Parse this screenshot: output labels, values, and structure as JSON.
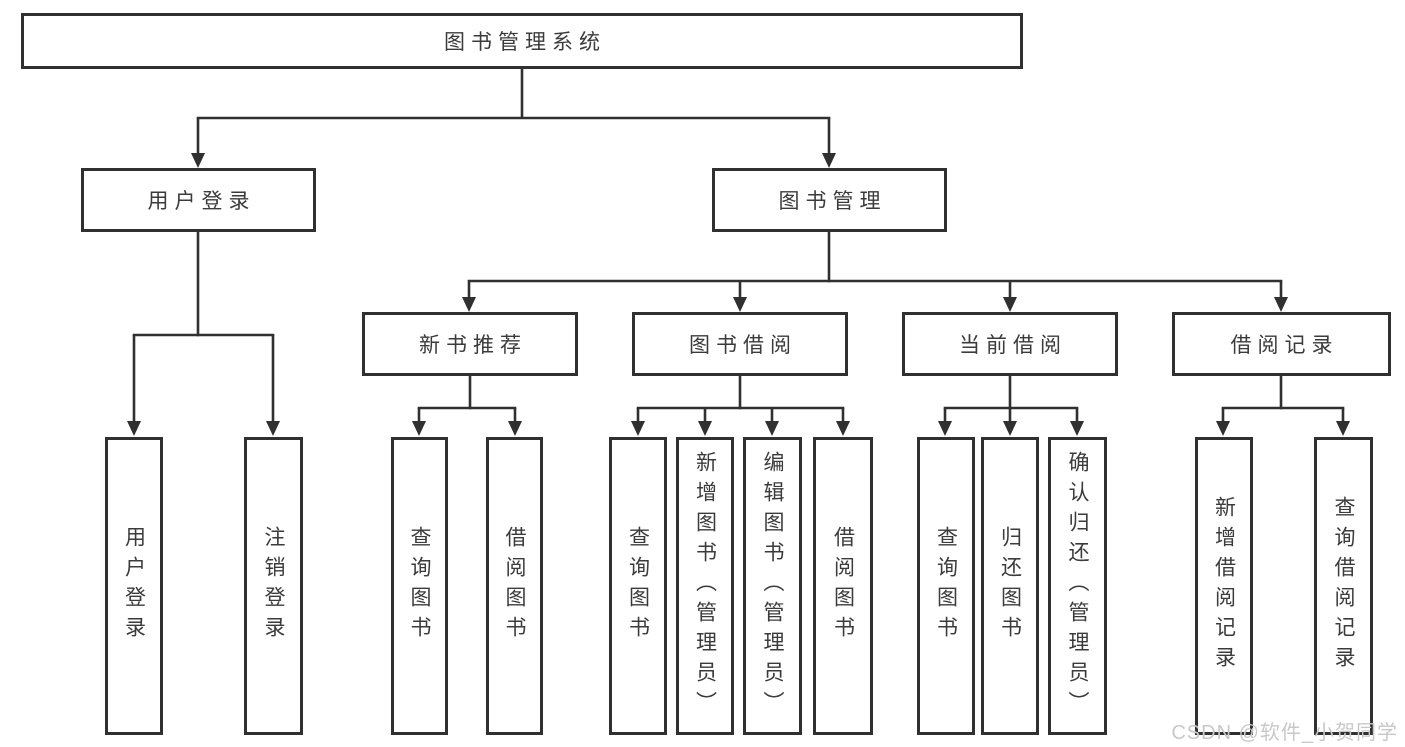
{
  "colors": {
    "background": "#ffffff",
    "line": "#303030",
    "text": "#3b3b3b",
    "watermark": "#c8c8c8"
  },
  "tree": {
    "root": {
      "label": "图书管理系统"
    },
    "children": [
      {
        "label": "用户登录",
        "children": [
          {
            "label": "用户登录"
          },
          {
            "label": "注销登录"
          }
        ]
      },
      {
        "label": "图书管理",
        "children": [
          {
            "label": "新书推荐",
            "children": [
              {
                "label": "查询图书"
              },
              {
                "label": "借阅图书"
              }
            ]
          },
          {
            "label": "图书借阅",
            "children": [
              {
                "label": "查询图书"
              },
              {
                "label": "新增图书（管理员）"
              },
              {
                "label": "编辑图书（管理员）"
              },
              {
                "label": "借阅图书"
              }
            ]
          },
          {
            "label": "当前借阅",
            "children": [
              {
                "label": "查询图书"
              },
              {
                "label": "归还图书"
              },
              {
                "label": "确认归还（管理员）"
              }
            ]
          },
          {
            "label": "借阅记录",
            "children": [
              {
                "label": "新增借阅记录"
              },
              {
                "label": "查询借阅记录"
              }
            ]
          }
        ]
      }
    ]
  },
  "watermark": "CSDN @软件_小贺同学"
}
